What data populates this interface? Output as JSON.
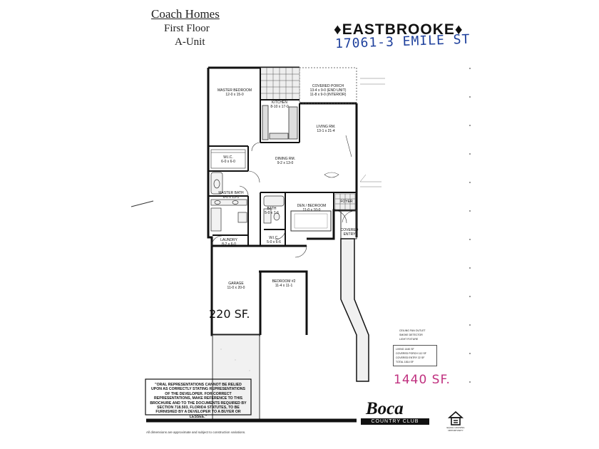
{
  "header": {
    "title": "Coach Homes",
    "floor": "First Floor",
    "unit": "A-Unit",
    "brand": "♦EASTBROOKE♦",
    "address_handwritten": "17061-3 EMILE ST"
  },
  "rooms": {
    "master_bedroom": {
      "name": "MASTER BEDROOM",
      "size": "12-0 x 15-0"
    },
    "covered_porch": {
      "name": "COVERED PORCH",
      "size1": "13-4 x 9-0 (END UNIT)",
      "size2": "11-8 x 9-0 (INTERIOR)"
    },
    "kitchen": {
      "name": "KITCHEN",
      "size": "8-10 x 17-0"
    },
    "living_rm": {
      "name": "LIVING RM.",
      "size": "13-1 x 21-4"
    },
    "wic": {
      "name": "W.I.C.",
      "size": "6-0 x 6-0"
    },
    "dining_rm": {
      "name": "DINING RM.",
      "size": "9-2 x 13-0"
    },
    "master_bath": {
      "name": "MASTER BATH",
      "size": "6-0 x 13-1"
    },
    "bath2": {
      "name": "BATH",
      "size": "5-0 x 7-6"
    },
    "den": {
      "name": "DEN / BEDROOM",
      "size": "11-0 x 10-0"
    },
    "wic2": {
      "name": "W.I.C.",
      "size": "5-0 x 6-6"
    },
    "foyer": {
      "name": "FOYER"
    },
    "laundry": {
      "name": "LAUNDRY",
      "size": "8-2 x 6-0"
    },
    "covered_entry": {
      "name": "COVERED ENTRY"
    },
    "garage": {
      "name": "GARAGE",
      "size": "11-0 x 20-0"
    },
    "bedroom2": {
      "name": "BEDROOM #2",
      "size": "11-4 x 11-1"
    }
  },
  "handwritten": {
    "garage_sf": "220 SF.",
    "total_sf": "1440 SF."
  },
  "legend": {
    "items": [
      "CEILING FAN OUTLET",
      "SMOKE DETECTOR",
      "LIGHT FIXTURE"
    ],
    "table": [
      "LIVING  1440 SF",
      "COVERED PORCH  112 SF",
      "COVERED ENTRY  22 SF",
      "TOTAL  1814 SF"
    ]
  },
  "disclaimer": "\"ORAL REPRESENTATIONS CANNOT BE RELIED UPON AS CORRECTLY STATING REPRESENTATIONS OF THE DEVELOPER. FOR CORRECT REPRESENTATIONS, MAKE REFERENCE TO THIS BROCHURE AND TO THE DOCUMENTS REQUIRED BY SECTION 718.503, FLORIDA STATUTES, TO BE FURNISHED BY A DEVELOPER TO A BUYER OR LESSEE.\"",
  "footnote": "All dimensions are approximate and subject to construction variations.",
  "logo": {
    "wordmark": "Boca",
    "subtitle": "COUNTRY CLUB",
    "equal_housing": "EQUAL HOUSING OPPORTUNITY"
  }
}
